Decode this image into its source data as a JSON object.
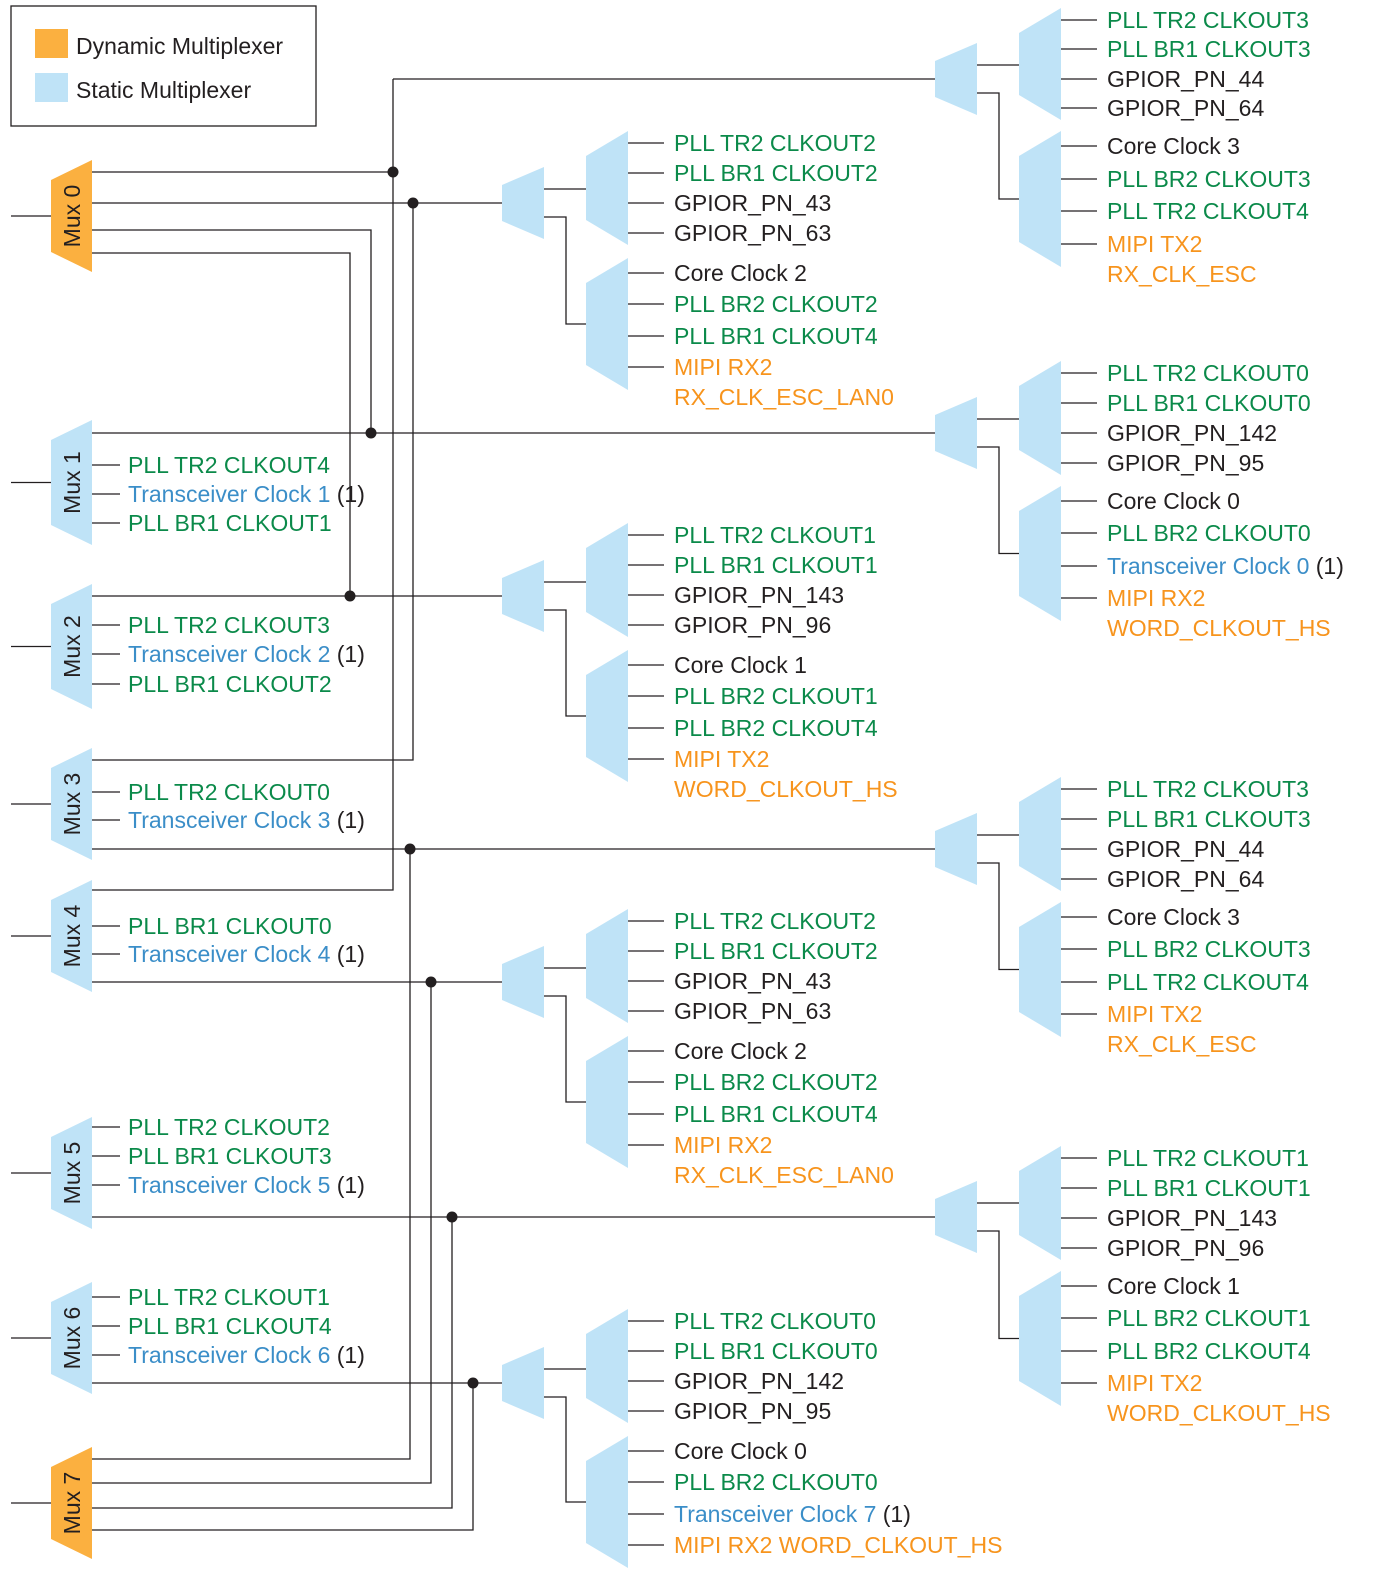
{
  "legend": {
    "dynamic_label": "Dynamic Multiplexer",
    "static_label": "Static Multiplexer"
  },
  "colors": {
    "dynamic_mux": "#fbb040",
    "static_mux": "#bfe3f7",
    "pll": "#0b8a4a",
    "transceiver": "#3b8ec8",
    "mipi": "#f7941d",
    "plain": "#231f20",
    "wire": "#231f20"
  },
  "footnote_mark": "(1)",
  "left_muxes": [
    {
      "label": "Mux 0",
      "kind": "dynamic",
      "inputs": []
    },
    {
      "label": "Mux 1",
      "kind": "static",
      "inputs": [
        {
          "text": "PLL TR2 CLKOUT4",
          "style": "pll"
        },
        {
          "text": "Transceiver Clock 1",
          "style": "transceiver",
          "note": true
        },
        {
          "text": "PLL BR1 CLKOUT1",
          "style": "pll"
        }
      ]
    },
    {
      "label": "Mux 2",
      "kind": "static",
      "inputs": [
        {
          "text": "PLL TR2 CLKOUT3",
          "style": "pll"
        },
        {
          "text": "Transceiver Clock 2",
          "style": "transceiver",
          "note": true
        },
        {
          "text": "PLL BR1 CLKOUT2",
          "style": "pll"
        }
      ]
    },
    {
      "label": "Mux 3",
      "kind": "static",
      "inputs": [
        {
          "text": "PLL TR2 CLKOUT0",
          "style": "pll"
        },
        {
          "text": "Transceiver Clock 3",
          "style": "transceiver",
          "note": true
        }
      ]
    },
    {
      "label": "Mux 4",
      "kind": "static",
      "inputs": [
        {
          "text": "PLL BR1 CLKOUT0",
          "style": "pll"
        },
        {
          "text": "Transceiver Clock 4",
          "style": "transceiver",
          "note": true
        }
      ]
    },
    {
      "label": "Mux 5",
      "kind": "static",
      "inputs": [
        {
          "text": "PLL TR2 CLKOUT2",
          "style": "pll"
        },
        {
          "text": "PLL BR1 CLKOUT3",
          "style": "pll"
        },
        {
          "text": "Transceiver Clock 5",
          "style": "transceiver",
          "note": true
        }
      ]
    },
    {
      "label": "Mux 6",
      "kind": "static",
      "inputs": [
        {
          "text": "PLL TR2 CLKOUT1",
          "style": "pll"
        },
        {
          "text": "PLL BR1 CLKOUT4",
          "style": "pll"
        },
        {
          "text": "Transceiver Clock 6",
          "style": "transceiver",
          "note": true
        }
      ]
    },
    {
      "label": "Mux 7",
      "kind": "dynamic",
      "inputs": []
    }
  ],
  "groups": [
    {
      "upper": [
        {
          "text": "PLL TR2 CLKOUT2",
          "style": "pll"
        },
        {
          "text": "PLL BR1 CLKOUT2",
          "style": "pll"
        },
        {
          "text": "GPIOR_PN_43",
          "style": "plain"
        },
        {
          "text": "GPIOR_PN_63",
          "style": "plain"
        }
      ],
      "lower": [
        {
          "text": "Core Clock 2",
          "style": "plain"
        },
        {
          "text": "PLL BR2 CLKOUT2",
          "style": "pll"
        },
        {
          "text": "PLL BR1 CLKOUT4",
          "style": "pll"
        },
        {
          "text": "MIPI RX2",
          "style": "mipi",
          "line2": "RX_CLK_ESC_LAN0"
        }
      ]
    },
    {
      "upper": [
        {
          "text": "PLL TR2 CLKOUT1",
          "style": "pll"
        },
        {
          "text": "PLL BR1 CLKOUT1",
          "style": "pll"
        },
        {
          "text": "GPIOR_PN_143",
          "style": "plain"
        },
        {
          "text": "GPIOR_PN_96",
          "style": "plain"
        }
      ],
      "lower": [
        {
          "text": "Core Clock 1",
          "style": "plain"
        },
        {
          "text": "PLL BR2 CLKOUT1",
          "style": "pll"
        },
        {
          "text": "PLL BR2 CLKOUT4",
          "style": "pll"
        },
        {
          "text": "MIPI TX2",
          "style": "mipi",
          "line2": "WORD_CLKOUT_HS"
        }
      ]
    },
    {
      "upper": [
        {
          "text": "PLL TR2 CLKOUT2",
          "style": "pll"
        },
        {
          "text": "PLL BR1 CLKOUT2",
          "style": "pll"
        },
        {
          "text": "GPIOR_PN_43",
          "style": "plain"
        },
        {
          "text": "GPIOR_PN_63",
          "style": "plain"
        }
      ],
      "lower": [
        {
          "text": "Core Clock 2",
          "style": "plain"
        },
        {
          "text": "PLL BR2 CLKOUT2",
          "style": "pll"
        },
        {
          "text": "PLL BR1 CLKOUT4",
          "style": "pll"
        },
        {
          "text": "MIPI RX2",
          "style": "mipi",
          "line2": "RX_CLK_ESC_LAN0"
        }
      ]
    },
    {
      "upper": [
        {
          "text": "PLL TR2 CLKOUT0",
          "style": "pll"
        },
        {
          "text": "PLL BR1 CLKOUT0",
          "style": "pll"
        },
        {
          "text": "GPIOR_PN_142",
          "style": "plain"
        },
        {
          "text": "GPIOR_PN_95",
          "style": "plain"
        }
      ],
      "lower": [
        {
          "text": "Core Clock 0",
          "style": "plain"
        },
        {
          "text": "PLL BR2 CLKOUT0",
          "style": "pll"
        },
        {
          "text": "Transceiver Clock 7",
          "style": "transceiver",
          "note": true
        },
        {
          "text": "MIPI RX2 WORD_CLKOUT_HS",
          "style": "mipi"
        }
      ]
    },
    {
      "upper": [
        {
          "text": "PLL TR2 CLKOUT3",
          "style": "pll"
        },
        {
          "text": "PLL BR1 CLKOUT3",
          "style": "pll"
        },
        {
          "text": "GPIOR_PN_44",
          "style": "plain"
        },
        {
          "text": "GPIOR_PN_64",
          "style": "plain"
        }
      ],
      "lower": [
        {
          "text": "Core Clock 3",
          "style": "plain"
        },
        {
          "text": "PLL BR2 CLKOUT3",
          "style": "pll"
        },
        {
          "text": "PLL TR2 CLKOUT4",
          "style": "pll"
        },
        {
          "text": "MIPI TX2",
          "style": "mipi",
          "line2": "RX_CLK_ESC"
        }
      ]
    },
    {
      "upper": [
        {
          "text": "PLL TR2 CLKOUT0",
          "style": "pll"
        },
        {
          "text": "PLL BR1 CLKOUT0",
          "style": "pll"
        },
        {
          "text": "GPIOR_PN_142",
          "style": "plain"
        },
        {
          "text": "GPIOR_PN_95",
          "style": "plain"
        }
      ],
      "lower": [
        {
          "text": "Core Clock 0",
          "style": "plain"
        },
        {
          "text": "PLL BR2 CLKOUT0",
          "style": "pll"
        },
        {
          "text": "Transceiver Clock 0",
          "style": "transceiver",
          "note": true
        },
        {
          "text": "MIPI RX2",
          "style": "mipi",
          "line2": "WORD_CLKOUT_HS"
        }
      ]
    },
    {
      "upper": [
        {
          "text": "PLL TR2 CLKOUT3",
          "style": "pll"
        },
        {
          "text": "PLL BR1 CLKOUT3",
          "style": "pll"
        },
        {
          "text": "GPIOR_PN_44",
          "style": "plain"
        },
        {
          "text": "GPIOR_PN_64",
          "style": "plain"
        }
      ],
      "lower": [
        {
          "text": "Core Clock 3",
          "style": "plain"
        },
        {
          "text": "PLL BR2 CLKOUT3",
          "style": "pll"
        },
        {
          "text": "PLL TR2 CLKOUT4",
          "style": "pll"
        },
        {
          "text": "MIPI TX2",
          "style": "mipi",
          "line2": "RX_CLK_ESC"
        }
      ]
    },
    {
      "upper": [
        {
          "text": "PLL TR2 CLKOUT1",
          "style": "pll"
        },
        {
          "text": "PLL BR1 CLKOUT1",
          "style": "pll"
        },
        {
          "text": "GPIOR_PN_143",
          "style": "plain"
        },
        {
          "text": "GPIOR_PN_96",
          "style": "plain"
        }
      ],
      "lower": [
        {
          "text": "Core Clock 1",
          "style": "plain"
        },
        {
          "text": "PLL BR2 CLKOUT1",
          "style": "pll"
        },
        {
          "text": "PLL BR2 CLKOUT4",
          "style": "pll"
        },
        {
          "text": "MIPI TX2",
          "style": "mipi",
          "line2": "WORD_CLKOUT_HS"
        }
      ]
    }
  ]
}
